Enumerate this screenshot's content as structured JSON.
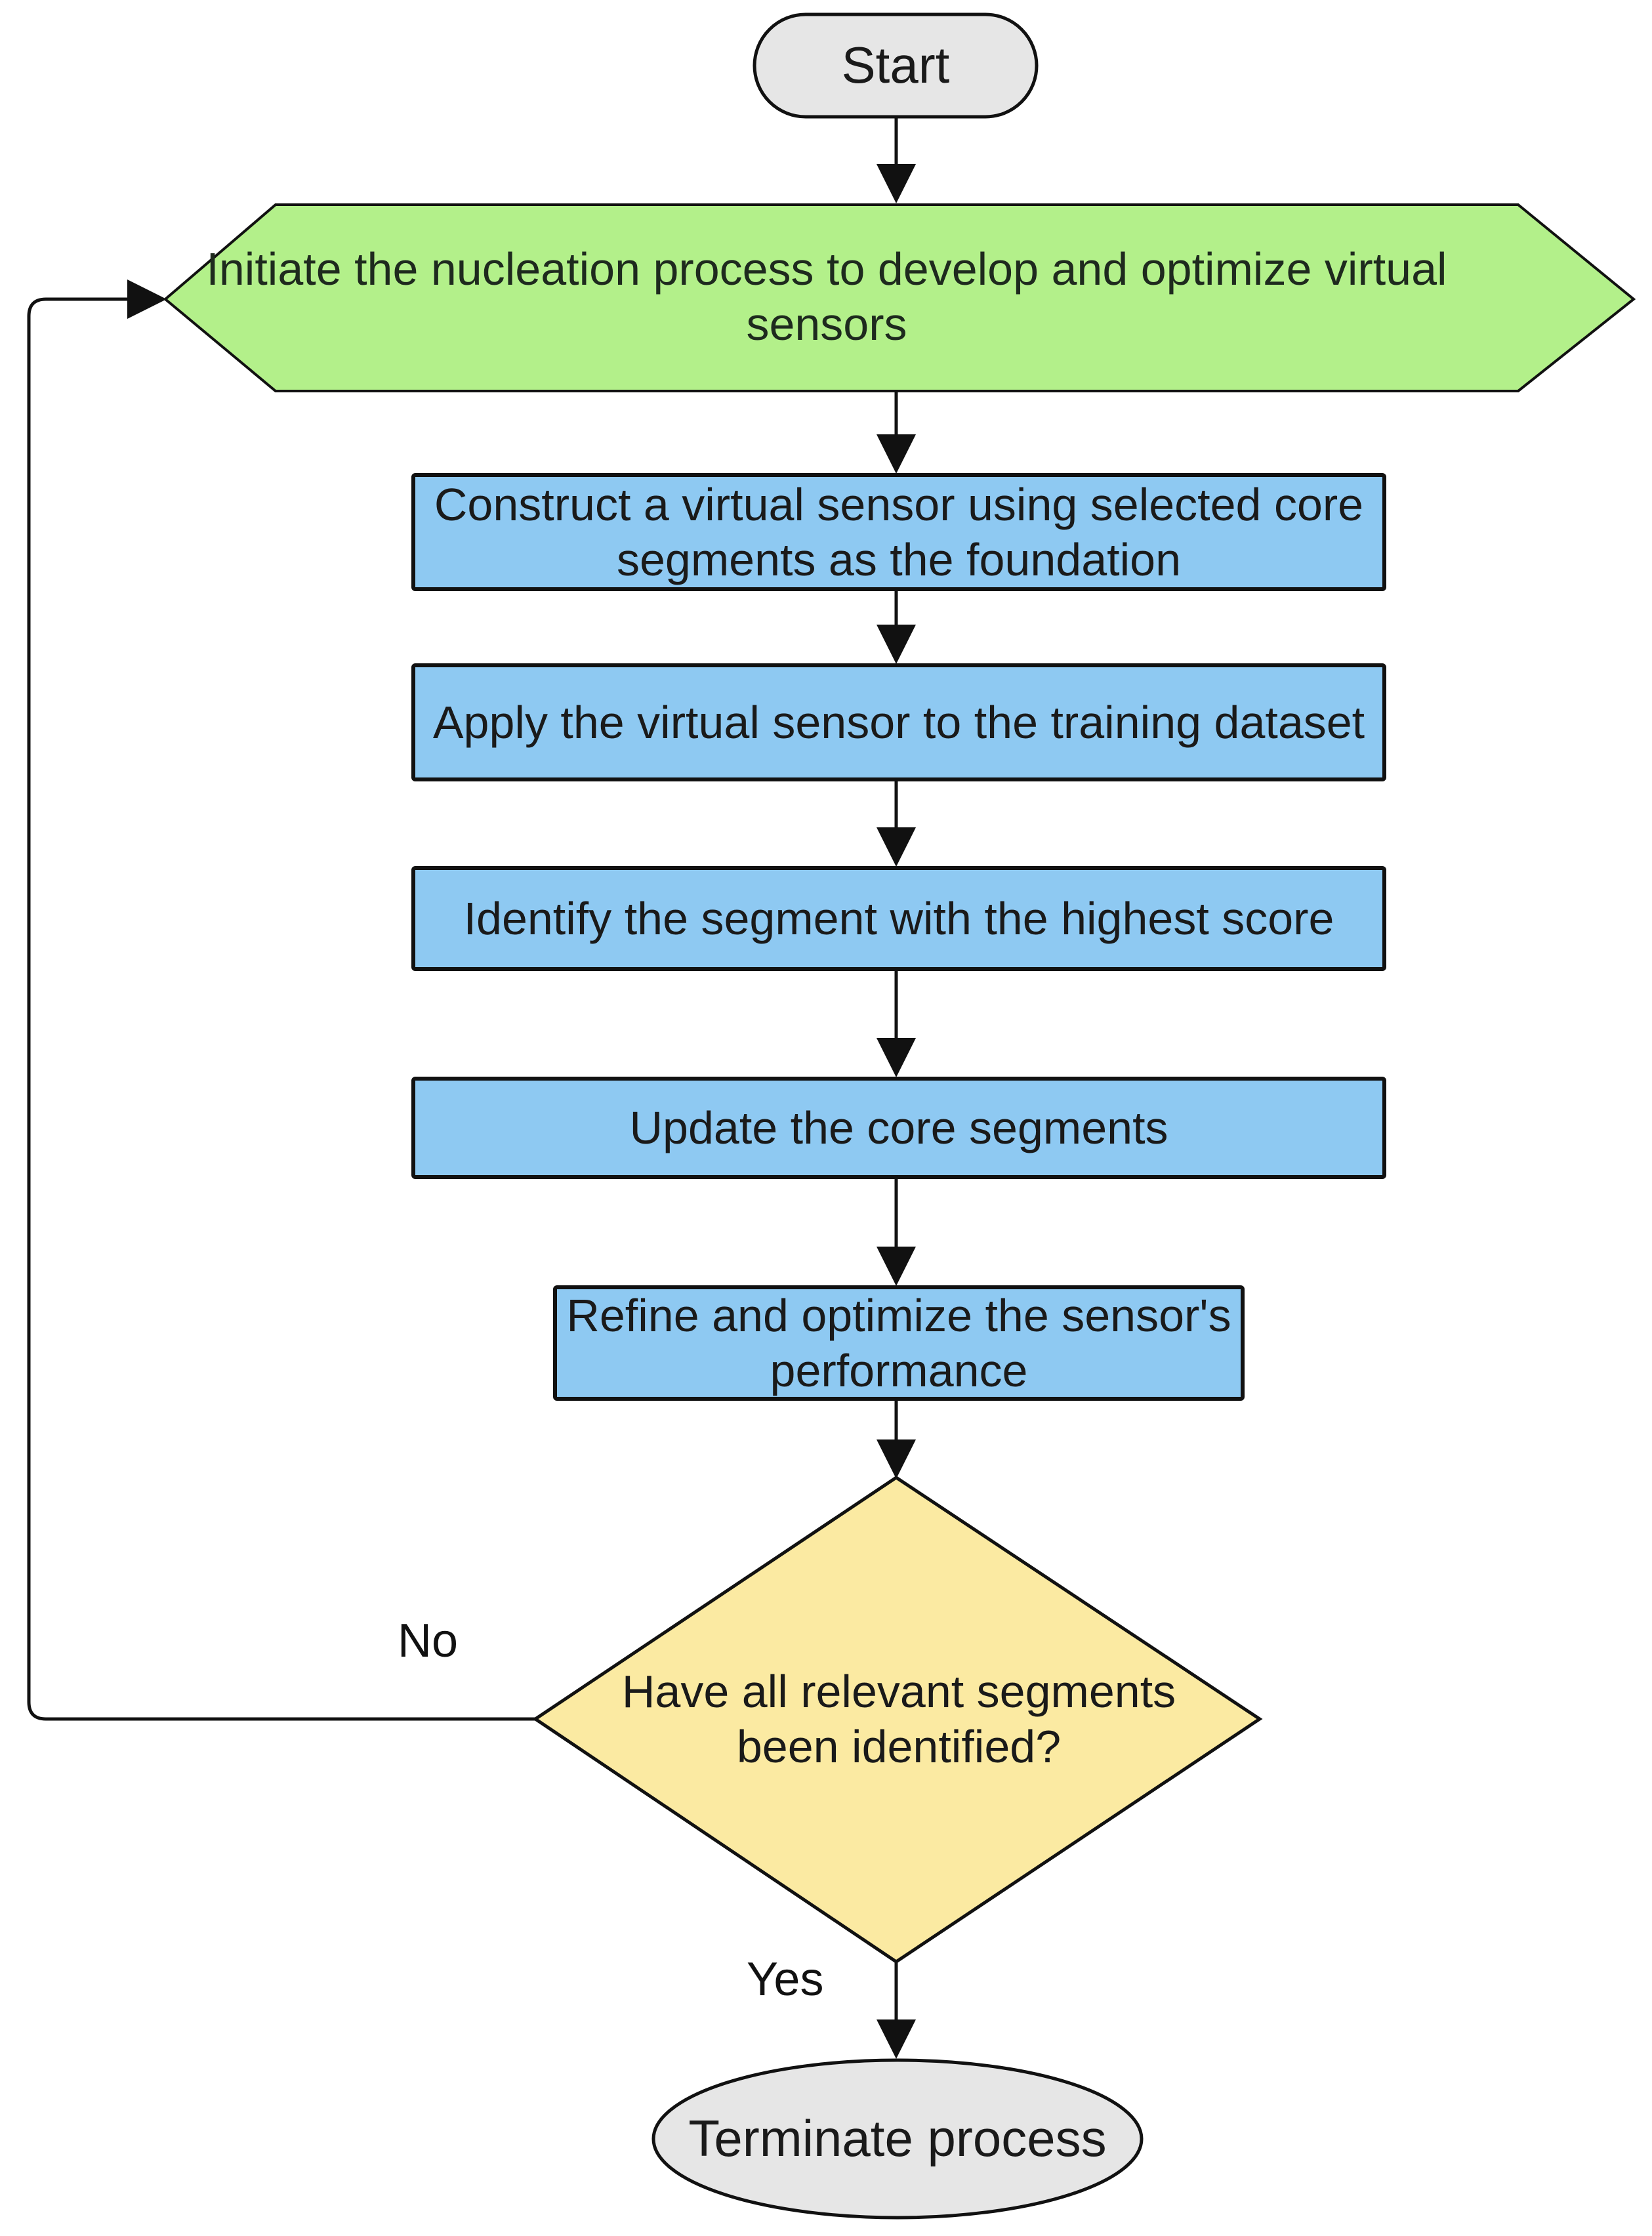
{
  "diagram": {
    "nodes": {
      "start": {
        "label": "Start",
        "shape": "terminator",
        "fill": "#e6e6e6"
      },
      "initiate": {
        "label": "Initiate the nucleation process to develop and optimize virtual sensors",
        "shape": "hexagon",
        "fill": "#b3f08a"
      },
      "construct": {
        "label": "Construct a virtual sensor using selected core segments as the foundation",
        "shape": "process",
        "fill": "#8ec9f2"
      },
      "apply": {
        "label": "Apply the virtual sensor to the training dataset",
        "shape": "process",
        "fill": "#8ec9f2"
      },
      "identify": {
        "label": "Identify the segment with the highest score",
        "shape": "process",
        "fill": "#8ec9f2"
      },
      "update": {
        "label": "Update the core segments",
        "shape": "process",
        "fill": "#8ec9f2"
      },
      "refine": {
        "label": "Refine and optimize the sensor's performance",
        "shape": "process",
        "fill": "#8ec9f2"
      },
      "decision": {
        "label": "Have all relevant segments been identified?",
        "shape": "decision",
        "fill": "#fbeaa2"
      },
      "terminate": {
        "label": "Terminate process",
        "shape": "terminator",
        "fill": "#e6e6e6"
      }
    },
    "edges": [
      {
        "from": "start",
        "to": "initiate",
        "label": ""
      },
      {
        "from": "initiate",
        "to": "construct",
        "label": ""
      },
      {
        "from": "construct",
        "to": "apply",
        "label": ""
      },
      {
        "from": "apply",
        "to": "identify",
        "label": ""
      },
      {
        "from": "identify",
        "to": "update",
        "label": ""
      },
      {
        "from": "update",
        "to": "refine",
        "label": ""
      },
      {
        "from": "refine",
        "to": "decision",
        "label": ""
      },
      {
        "from": "decision",
        "to": "initiate",
        "label": "No"
      },
      {
        "from": "decision",
        "to": "terminate",
        "label": "Yes"
      }
    ],
    "edge_labels": {
      "no": "No",
      "yes": "Yes"
    },
    "colors": {
      "stroke": "#111111",
      "terminator_fill": "#e6e6e6",
      "hexagon_fill": "#b3f08a",
      "process_fill": "#8ec9f2",
      "decision_fill": "#fbeaa2"
    }
  }
}
